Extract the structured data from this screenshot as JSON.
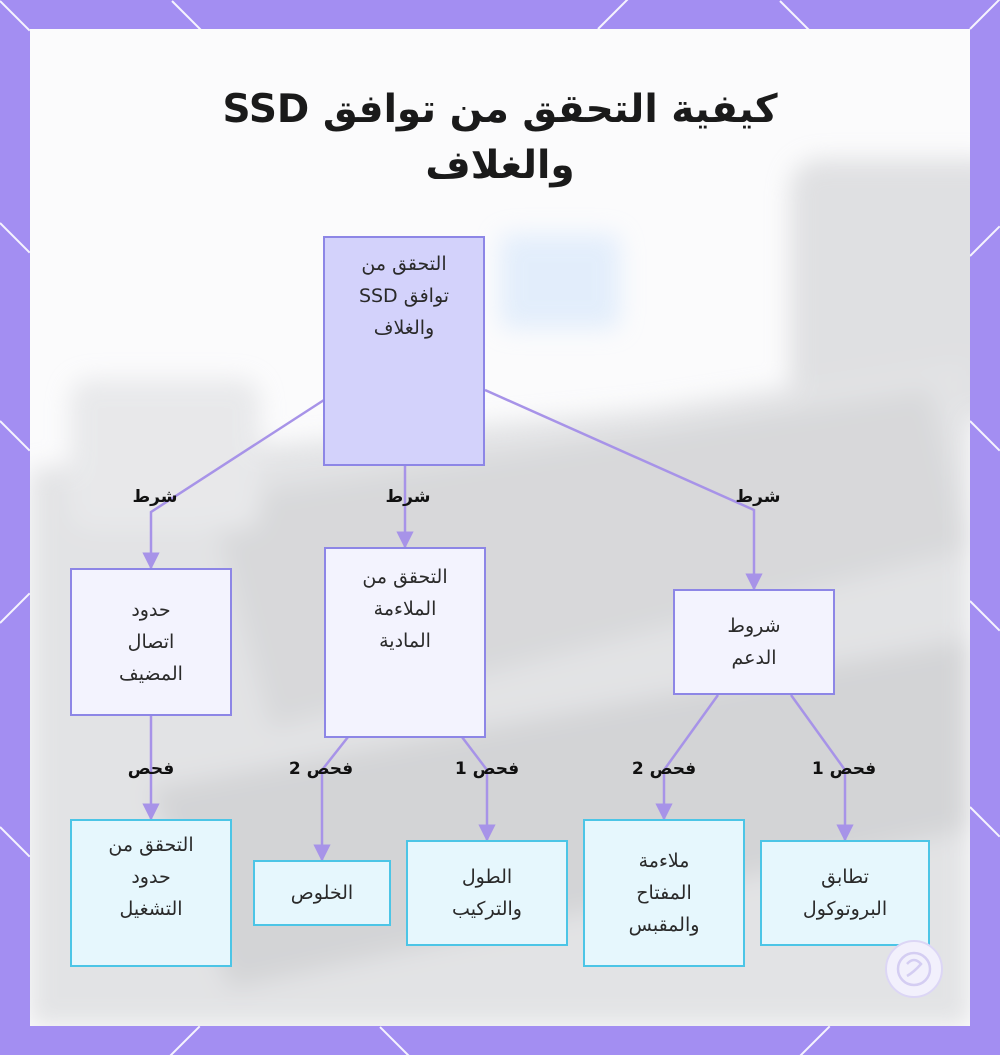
{
  "title": "كيفية التحقق من توافق SSD والغلاف",
  "nodes": {
    "root": "التحقق من\nتوافق SSD\nوالغلاف",
    "host_limits": "حدود\nاتصال\nالمضيف",
    "physical_fit": "التحقق من\nالملاءمة\nالمادية",
    "support_conditions": "شروط\nالدعم",
    "operating_limits": "التحقق من\nحدود\nالتشغيل",
    "bays": "الخلوص",
    "length_mounting": "الطول\nوالتركيب",
    "key_connector": "ملاءمة\nالمفتاح\nوالمقبس",
    "protocol_match": "تطابق\nالبروتوكول"
  },
  "edge_labels": {
    "condition": "شرط",
    "check": "فحص",
    "check_1": "فحص 1",
    "check_2": "فحص 2"
  },
  "colors": {
    "frame": "#a38ef2",
    "root_fill": "#d3d2fb",
    "node_stroke": "#8d86e6",
    "mid_fill": "#f3f3fe",
    "leaf_fill": "#e6f7fd",
    "leaf_stroke": "#4cc5e6",
    "edge": "#a793e8"
  }
}
